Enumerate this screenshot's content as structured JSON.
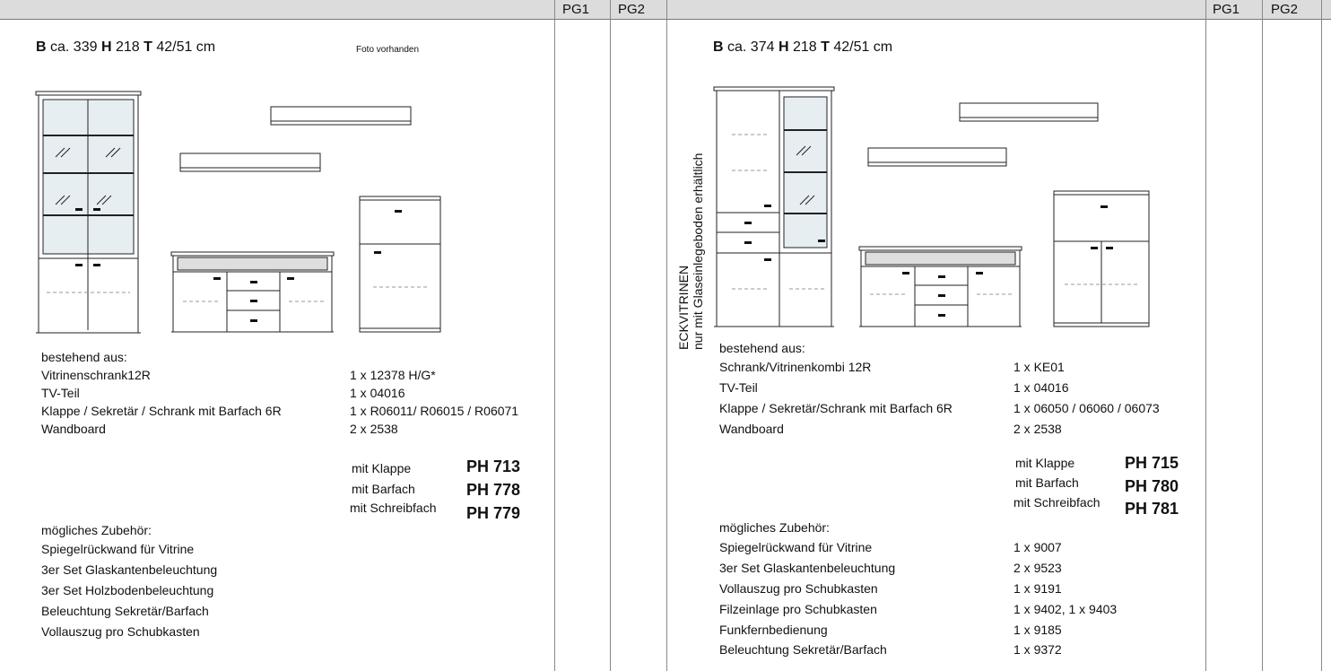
{
  "header": {
    "pg1": "PG1",
    "pg2": "PG2"
  },
  "left": {
    "dims": {
      "b": "B",
      "b_val": " ca. 339 ",
      "h": "H",
      "h_val": " 218 ",
      "t": "T",
      "t_val": " 42/51 cm"
    },
    "photo_note": "Foto vorhanden",
    "consists_label": "bestehend aus:",
    "items": [
      {
        "name": "Vitrinenschrank12R",
        "qty": "1 x 12378 H/G*"
      },
      {
        "name": "TV-Teil",
        "qty": "1 x 04016"
      },
      {
        "name": "Klappe / Sekretär / Schrank mit Barfach 6R",
        "qty": "1 x R06011/ R06015 / R06071"
      },
      {
        "name": "Wandboard",
        "qty": "2 x 2538"
      }
    ],
    "prices": [
      {
        "label": "mit Klappe",
        "code": "PH 713"
      },
      {
        "label": "mit Barfach",
        "code": "PH 778"
      },
      {
        "label": "mit Schreibfach",
        "code": "PH 779"
      }
    ],
    "accessories_label": "mögliches Zubehör:",
    "accessories": [
      "Spiegelrückwand für Vitrine",
      "3er Set Glaskantenbeleuchtung",
      "3er Set Holzbodenbeleuchtung",
      "Beleuchtung Sekretär/Barfach",
      "Vollauszug pro Schubkasten"
    ]
  },
  "right": {
    "dims": {
      "b": "B",
      "b_val": " ca. 374 ",
      "h": "H",
      "h_val": " 218 ",
      "t": "T",
      "t_val": " 42/51 cm"
    },
    "vertical_line1": "ECKVITRINEN",
    "vertical_line2": "nur mit Glaseinlegeboden erhältlich",
    "consists_label": "bestehend aus:",
    "items": [
      {
        "name": "Schrank/Vitrinenkombi 12R",
        "qty": "1 x KE01"
      },
      {
        "name": "TV-Teil",
        "qty": "1 x 04016"
      },
      {
        "name": "Klappe / Sekretär/Schrank mit Barfach 6R",
        "qty": "1 x 06050 / 06060 / 06073"
      },
      {
        "name": "Wandboard",
        "qty": "2 x 2538"
      }
    ],
    "prices": [
      {
        "label": "mit Klappe",
        "code": "PH 715"
      },
      {
        "label": "mit Barfach",
        "code": "PH 780"
      },
      {
        "label": "mit Schreibfach",
        "code": "PH 781"
      }
    ],
    "accessories_label": "mögliches Zubehör:",
    "accessories": [
      {
        "name": "Spiegelrückwand für Vitrine",
        "qty": "1 x 9007"
      },
      {
        "name": "3er Set Glaskantenbeleuchtung",
        "qty": "2 x 9523"
      },
      {
        "name": "Vollauszug pro Schubkasten",
        "qty": "1 x 9191"
      },
      {
        "name": "Filzeinlage pro Schubkasten",
        "qty": "1 x 9402, 1 x 9403"
      },
      {
        "name": "Funkfernbedienung",
        "qty": "1 x 9185"
      },
      {
        "name": "Beleuchtung Sekretär/Barfach",
        "qty": "1 x 9372"
      }
    ]
  }
}
